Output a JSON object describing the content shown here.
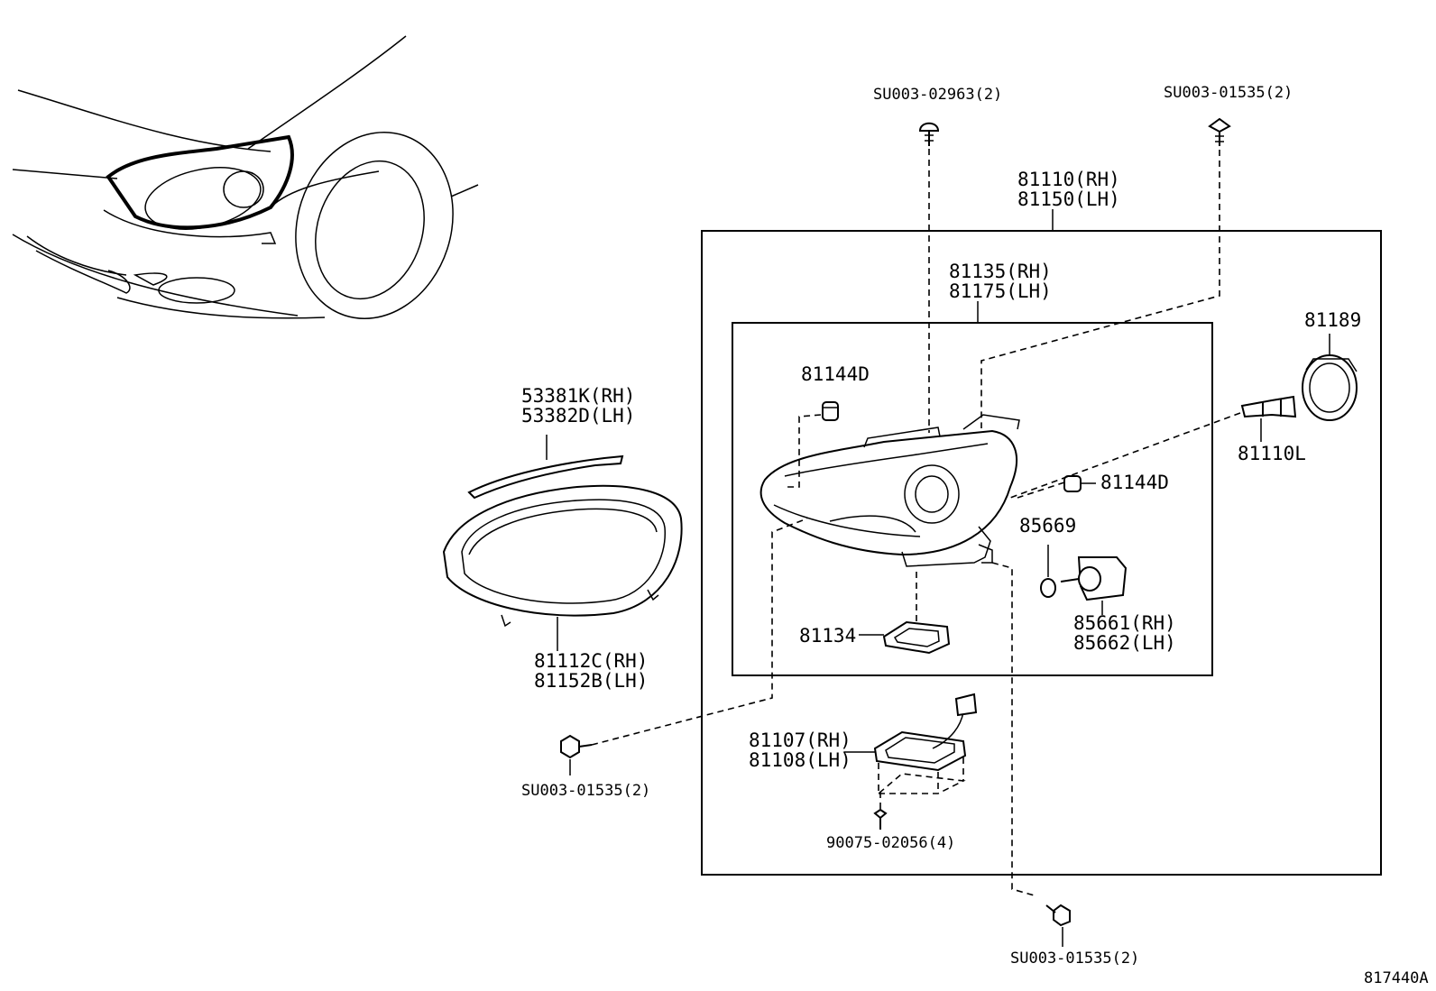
{
  "labels": {
    "su003_02963": "SU003-02963(2)",
    "su003_01535_top": "SU003-01535(2)",
    "p81110": "81110(RH)",
    "p81150": "81150(LH)",
    "p81135": "81135(RH)",
    "p81175": "81175(LH)",
    "p81189": "81189",
    "p81144d_a": "81144D",
    "p81144d_b": "81144D",
    "p53381k": "53381K(RH)",
    "p53382d": "53382D(LH)",
    "p81110l": "81110L",
    "p85669": "85669",
    "p85661": "85661(RH)",
    "p85662": "85662(LH)",
    "p81134": "81134",
    "p81112c": "81112C(RH)",
    "p81152b": "81152B(LH)",
    "p81107": "81107(RH)",
    "p81108": "81108(LH)",
    "su003_01535_left": "SU003-01535(2)",
    "p90075": "90075-02056(4)",
    "su003_01535_bottom": "SU003-01535(2)",
    "diagram_id": "817440A"
  }
}
